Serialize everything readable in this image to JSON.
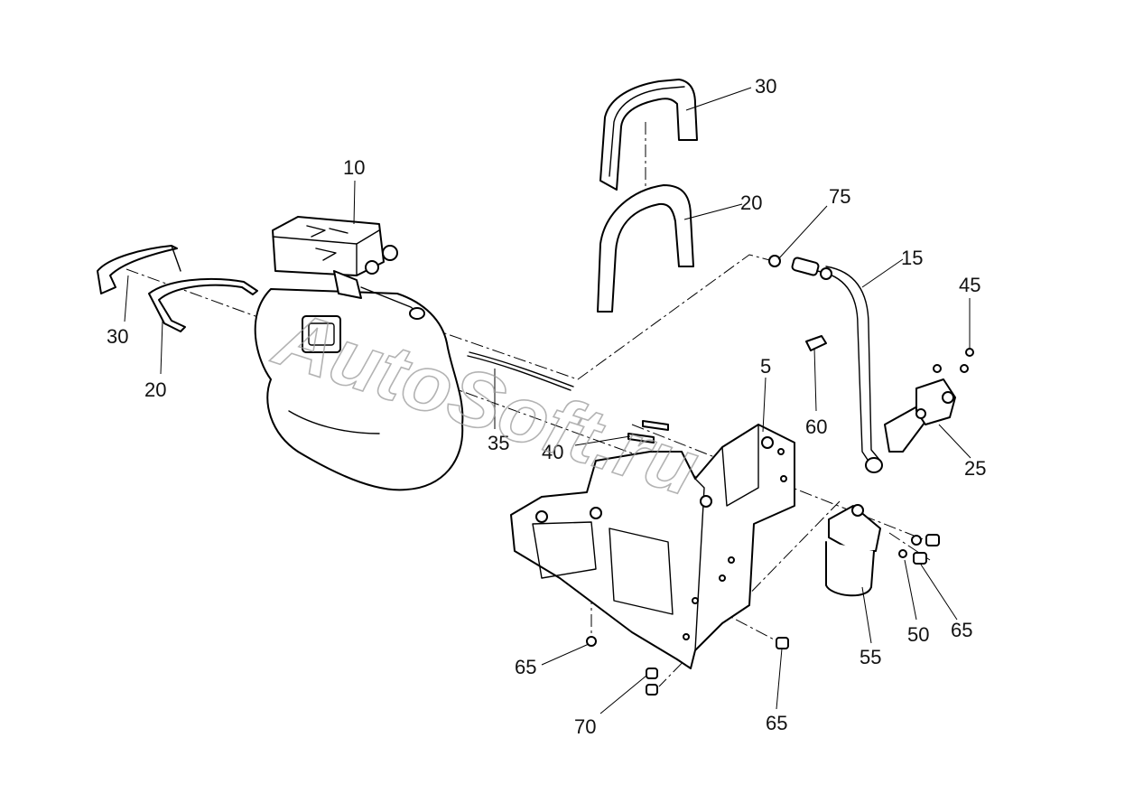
{
  "watermark": "AutoSoft.ru",
  "callouts": [
    {
      "id": "c30a",
      "text": "30"
    },
    {
      "id": "c20a",
      "text": "20"
    },
    {
      "id": "c10",
      "text": "10"
    },
    {
      "id": "c75",
      "text": "75"
    },
    {
      "id": "c15",
      "text": "15"
    },
    {
      "id": "c45",
      "text": "45"
    },
    {
      "id": "c30b",
      "text": "30"
    },
    {
      "id": "c20b",
      "text": "20"
    },
    {
      "id": "c5",
      "text": "5"
    },
    {
      "id": "c60",
      "text": "60"
    },
    {
      "id": "c35",
      "text": "35"
    },
    {
      "id": "c40",
      "text": "40"
    },
    {
      "id": "c25",
      "text": "25"
    },
    {
      "id": "c65a",
      "text": "65"
    },
    {
      "id": "c50",
      "text": "50"
    },
    {
      "id": "c55",
      "text": "55"
    },
    {
      "id": "c65b",
      "text": "65"
    },
    {
      "id": "c70",
      "text": "70"
    },
    {
      "id": "c65c",
      "text": "65"
    }
  ]
}
